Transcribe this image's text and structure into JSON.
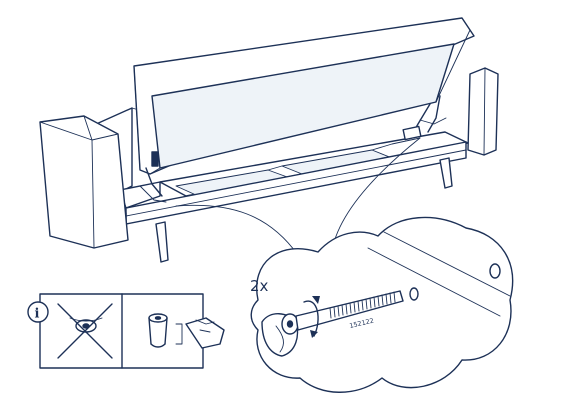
{
  "quantity_label": "2x",
  "part_number": "152122",
  "info_symbol": "i",
  "ink_color": "#1d3157"
}
